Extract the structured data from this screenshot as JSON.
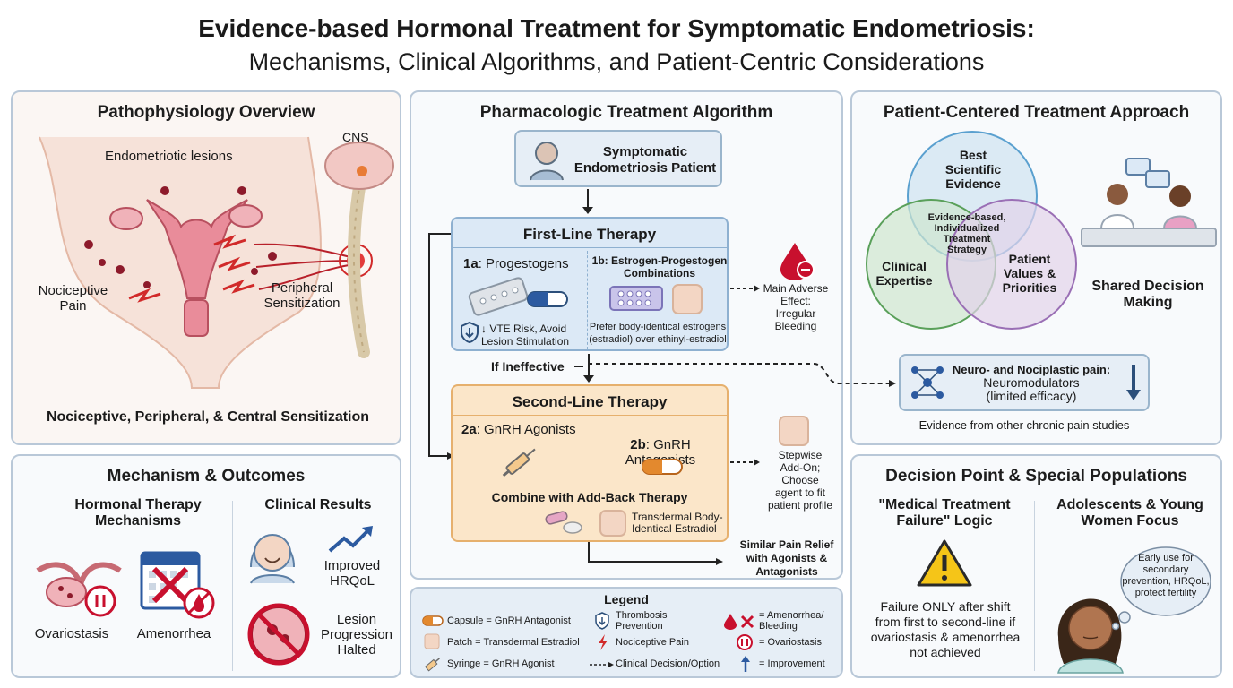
{
  "title": {
    "line1": "Evidence-based Hormonal Treatment for Symptomatic Endometriosis:",
    "line2": "Mechanisms, Clinical Algorithms, and Patient-Centric Considerations"
  },
  "patho": {
    "title": "Pathophysiology Overview",
    "cns": "CNS",
    "lesions": "Endometriotic lesions",
    "nociceptive_pain": "Nociceptive\nPain",
    "peripheral": "Peripheral\nSensitization",
    "footer": "Nociceptive, Peripheral, & Central Sensitization"
  },
  "algo": {
    "title": "Pharmacologic Treatment Algorithm",
    "patient": "Symptomatic\nEndometriosis Patient",
    "first_line": "First-Line Therapy",
    "p1a_label": "1a",
    "p1a_text": ": Progestogens",
    "p1a_note": "↓ VTE Risk, Avoid\nLesion Stimulation",
    "p1b_label": "1b: Estrogen-Progestogen\nCombinations",
    "p1b_note": "Prefer body-identical estrogens\n(estradiol) over ethinyl-estradiol",
    "adverse": "Main Adverse\nEffect:\nIrregular\nBleeding",
    "if_ineffective": "If Ineffective",
    "second_line": "Second-Line Therapy",
    "p2a_label": "2a",
    "p2a_text": ": GnRH Agonists",
    "p2b_label": "2b",
    "p2b_text": ": GnRH\nAntagonists",
    "addback": "Combine with Add-Back Therapy",
    "transdermal": "Transdermal Body-\nIdentical Estradiol",
    "stepwise": "Stepwise\nAdd-On;\nChoose\nagent to fit\npatient profile",
    "similar": "Similar Pain Relief\nwith Agonists &\nAntagonists"
  },
  "patient_centered": {
    "title": "Patient-Centered Treatment Approach",
    "best": "Best\nScientific\nEvidence",
    "clinical": "Clinical\nExpertise",
    "values": "Patient\nValues &\nPriorities",
    "center": "Evidence-based,\nIndividualized\nTreatment\nStrategy",
    "shared": "Shared Decision\nMaking",
    "neuro_bold": "Neuro- and Nociplastic pain:",
    "neuro_text": "Neuromodulators\n(limited efficacy)",
    "evidence_note": "Evidence from other chronic pain studies"
  },
  "mechanism": {
    "title": "Mechanism & Outcomes",
    "hormonal": "Hormonal Therapy\nMechanisms",
    "clinical_results": "Clinical Results",
    "ovariostasis": "Ovariostasis",
    "amenorrhea": "Amenorrhea",
    "hrqol": "Improved\nHRQoL",
    "lesion": "Lesion\nProgression\nHalted"
  },
  "decision": {
    "title": "Decision Point & Special Populations",
    "failure_title": "\"Medical Treatment\nFailure\" Logic",
    "failure_text": "Failure ONLY after shift\nfrom first to second-line if\novariostasis & amenorrhea\nnot achieved",
    "adolescent_title": "Adolescents & Young\nWomen Focus",
    "thought": "Early use for\nsecondary\nprevention, HRQoL,\nprotect fertility"
  },
  "legend": {
    "title": "Legend",
    "capsule": "Capsule = GnRH Antagonist",
    "patch": "Patch = Transdermal Estradiol",
    "syringe": "Syringe = GnRH Agonist",
    "thrombosis": "Thrombosis\nPrevention",
    "nociceptive": "Nociceptive Pain",
    "decision": "Clinical Decision/Option",
    "amenorrhea": "= Amenorrhea/\nBleeding",
    "ovariostasis": "= Ovariostasis",
    "improvement": "= Improvement"
  },
  "colors": {
    "panel_border": "#b9c8d8",
    "first_line_bg": "#dce9f6",
    "second_line_bg": "#fbe6c9",
    "accent_red": "#c8102e",
    "green_circle": "#cfe5cf",
    "blue_circle": "#cfe3f1",
    "purple_circle": "#e2d3ea"
  },
  "icons": [
    "person-icon",
    "pill-pack-icon",
    "capsule-icon",
    "shield-icon",
    "patch-icon",
    "blood-drop-icon",
    "syringe-icon",
    "network-icon",
    "down-arrow-icon",
    "warning-icon",
    "calendar-icon",
    "uterus-icon",
    "brain-icon",
    "trend-up-icon"
  ]
}
